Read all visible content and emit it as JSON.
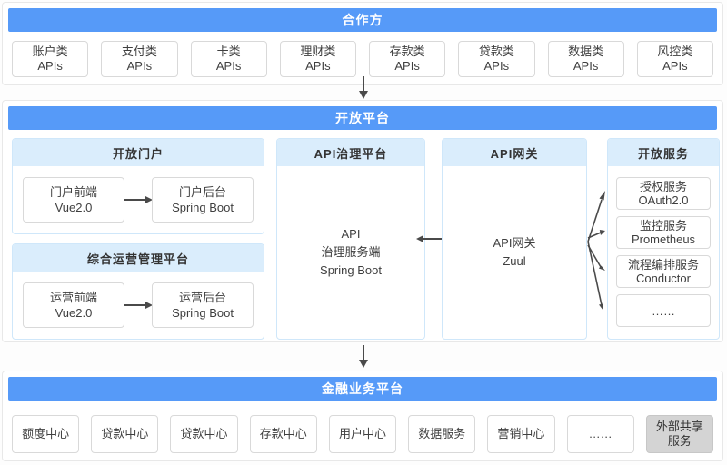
{
  "colors": {
    "header_blue": "#569af8",
    "subheader_blue": "#daedfc",
    "external_gray": "#d4d4d4"
  },
  "partners": {
    "title": "合作方",
    "apis": [
      {
        "label": "账户类\nAPIs"
      },
      {
        "label": "支付类\nAPIs"
      },
      {
        "label": "卡类\nAPIs"
      },
      {
        "label": "理财类\nAPIs"
      },
      {
        "label": "存款类\nAPIs"
      },
      {
        "label": "贷款类\nAPIs"
      },
      {
        "label": "数据类\nAPIs"
      },
      {
        "label": "风控类\nAPIs"
      }
    ]
  },
  "open_platform": {
    "title": "开放平台",
    "portal": {
      "title": "开放门户",
      "frontend": "门户前端\nVue2.0",
      "backend": "门户后台\nSpring Boot"
    },
    "ops": {
      "title": "综合运营管理平台",
      "frontend": "运营前端\nVue2.0",
      "backend": "运营后台\nSpring Boot"
    },
    "governance": {
      "title": "API治理平台",
      "body": "API\n治理服务端\nSpring Boot"
    },
    "gateway": {
      "title": "API网关",
      "body": "API网关\nZuul"
    },
    "services": {
      "title": "开放服务",
      "items": [
        {
          "label": "授权服务\nOAuth2.0"
        },
        {
          "label": "监控服务\nPrometheus"
        },
        {
          "label": "流程编排服务\nConductor"
        },
        {
          "label": "……"
        }
      ]
    }
  },
  "financial_platform": {
    "title": "金融业务平台",
    "centers": [
      {
        "label": "额度中心"
      },
      {
        "label": "贷款中心"
      },
      {
        "label": "贷款中心"
      },
      {
        "label": "存款中心"
      },
      {
        "label": "用户中心"
      },
      {
        "label": "数据服务"
      },
      {
        "label": "营销中心"
      },
      {
        "label": "……"
      },
      {
        "label": "外部共享服务"
      }
    ]
  }
}
